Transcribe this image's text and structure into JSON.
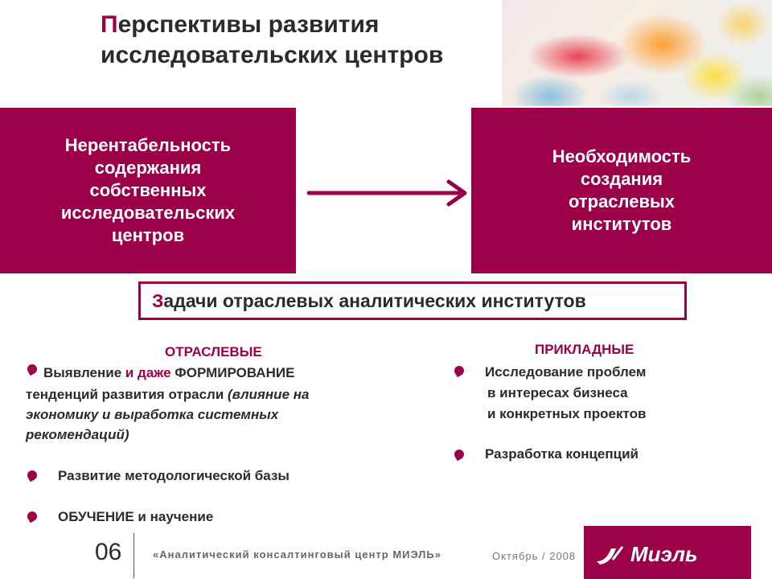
{
  "slide": {
    "title_first_letter": "П",
    "title_rest": "ерспективы развития исследовательских центров",
    "left_box": "Нерентабельность\nсодержания\nсобственных\nисследовательских\nцентров",
    "right_box": "Необходимость\nсоздания\nотраслевых\nинститутов",
    "tasks_first_letter": "З",
    "tasks_rest": "адачи отраслевых аналитических институтов",
    "left_column": {
      "heading": "ОТРАСЛЕВЫЕ",
      "item1_part1": "Выявление ",
      "item1_part2": "и даже",
      "item1_part3": " ФОРМИРОВАНИЕ",
      "item1_line2": "тенденций развития отрасли ",
      "item1_line2_italic": "(влияние на",
      "item1_line3": "экономику и выработка системных",
      "item1_line4": "рекомендаций)",
      "item2": "Развитие методологической базы",
      "item3": "ОБУЧЕНИЕ и научение"
    },
    "right_column": {
      "heading": "ПРИКЛАДНЫЕ",
      "item1_line1": "Исследование проблем",
      "item1_line2": "в интересах бизнеса",
      "item1_line3": "и конкретных проектов",
      "item2": "Разработка концепций"
    }
  },
  "footer": {
    "slide_number": "06",
    "organization": "«Аналитический консалтинговый центр МИЭЛЬ»",
    "date": "Октябрь / 2008",
    "logo_text": "Миэль"
  },
  "colors": {
    "accent": "#9c0048",
    "text": "#2b2b2b"
  }
}
